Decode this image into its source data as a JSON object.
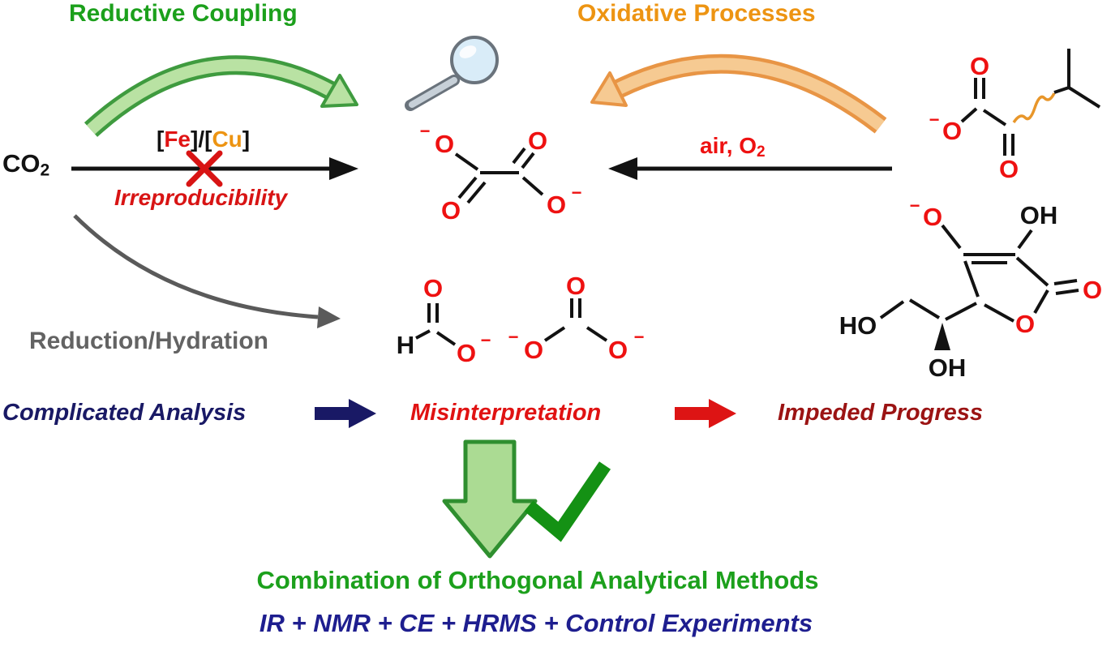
{
  "headers": {
    "reductive_coupling": "Reductive Coupling",
    "oxidative_processes": "Oxidative Processes"
  },
  "left_reaction": {
    "reactant_main": "CO",
    "reactant_sub": "2",
    "catalyst_open": "[",
    "catalyst_fe": "Fe",
    "catalyst_sep": "]/[",
    "catalyst_cu": "Cu",
    "catalyst_close": "]",
    "failure_label": "Irreproducibility"
  },
  "right_reaction": {
    "conditions_main": "air, O",
    "conditions_sub": "2"
  },
  "side_path": {
    "label": "Reduction/Hydration"
  },
  "consequence_row": {
    "step1": "Complicated Analysis",
    "step2": "Misinterpretation",
    "step3": "Impeded Progress"
  },
  "solution": {
    "line1": "Combination of Orthogonal Analytical Methods",
    "line2": "IR + NMR + CE + HRMS + Control Experiments"
  },
  "atoms": {
    "o": "O",
    "oh": "OH",
    "ho": "HO",
    "h": "H",
    "minus": "−"
  },
  "icons": {
    "magnifier": "magnifying-glass",
    "red_x": "red-cross-on-arrow",
    "down_arrow": "big-green-down-arrow",
    "checkmark": "green-checkmark"
  },
  "colors": {
    "green_heading": "#1ca01c",
    "orange_heading": "#ed9412",
    "red_accent": "#ee1111",
    "bright_red_text": "#e01212",
    "dark_red_text": "#9b1313",
    "navy_text": "#191965",
    "navy_bottom_text": "#1e1e8f",
    "gray_text": "#636363",
    "fe_color": "#e01414",
    "cu_color": "#ed9412",
    "green_arc_fill": "#b9e2a3",
    "green_arc_stroke": "#3f9b3f",
    "orange_arc_fill": "#f6ca92",
    "orange_arc_stroke": "#e89545",
    "down_arrow_fill": "#abdb93",
    "down_arrow_stroke": "#2f8f2f",
    "checkmark_green": "#149114"
  }
}
